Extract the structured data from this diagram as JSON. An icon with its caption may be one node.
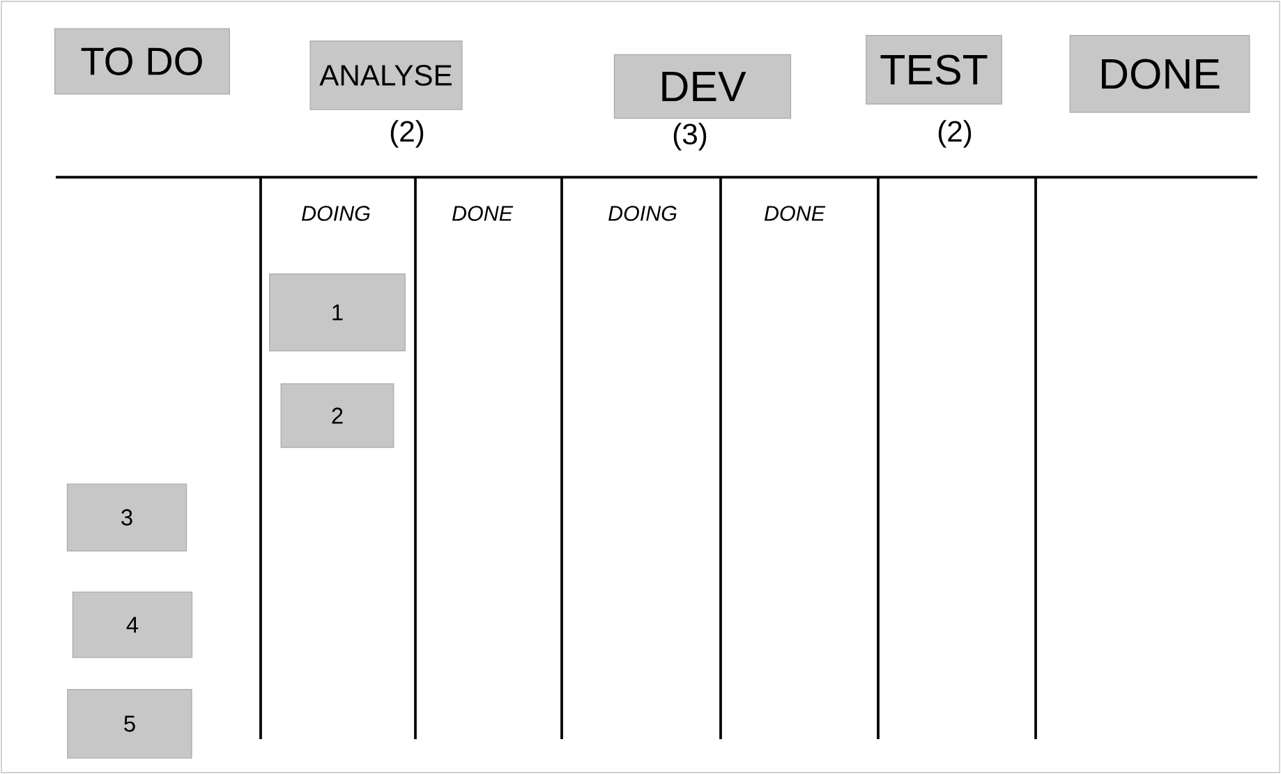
{
  "diagram": {
    "nodes": [
      {
        "text": [
          "TO DO"
        ]
      },
      {
        "text": [
          "ANALYSE"
        ],
        "beside": [
          "(2)"
        ]
      },
      {
        "text": [
          "DEV"
        ],
        "beside": [
          "(3)"
        ]
      },
      {
        "text": [
          "TEST"
        ],
        "beside": [
          "(2)"
        ]
      },
      {
        "text": [
          "DONE"
        ]
      },
      {
        "text": [
          "1"
        ]
      },
      {
        "text": [
          "2"
        ]
      },
      {
        "text": [
          "3"
        ]
      },
      {
        "text": [
          "4"
        ]
      },
      {
        "text": [
          "5"
        ]
      }
    ],
    "labels": [
      "DOING",
      "DONE",
      "DOING",
      "DONE"
    ]
  }
}
